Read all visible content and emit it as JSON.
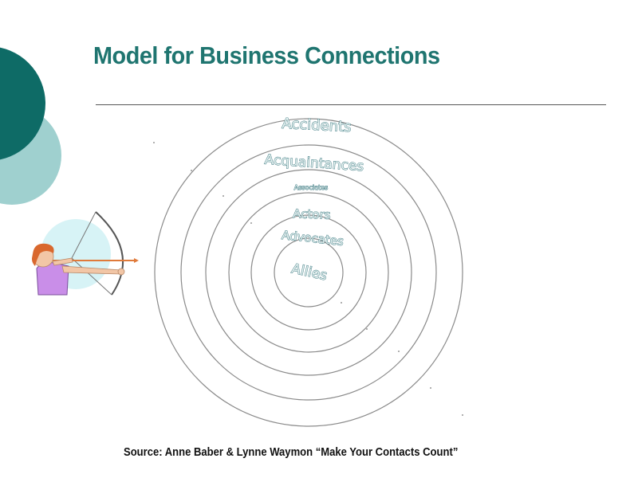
{
  "slide": {
    "title": "Model for Business Connections",
    "source": "Source: Anne Baber & Lynne Waymon “Make Your Contacts Count”"
  },
  "rings": {
    "labels": [
      "Accidents",
      "Acquaintances",
      "Associates",
      "Actors",
      "Advocates",
      "Allies"
    ]
  },
  "theme": {
    "title_color": "#1f7570",
    "dark_teal": "#0e6b66",
    "light_teal": "#9fd0cf",
    "ring_color": "#8a8a8a"
  }
}
